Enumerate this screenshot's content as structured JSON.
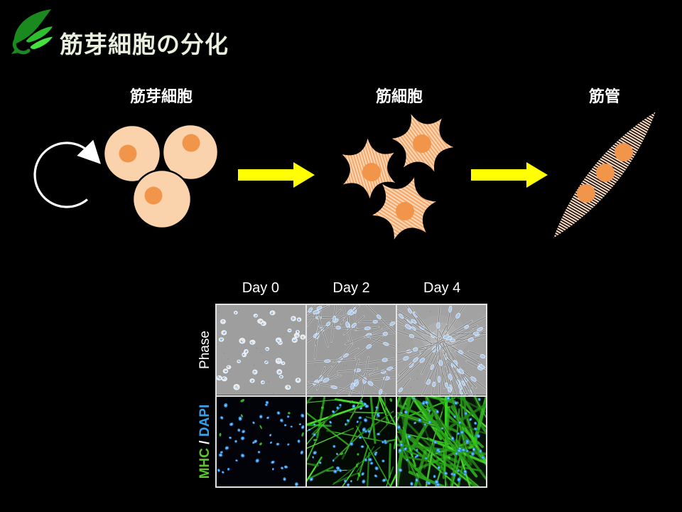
{
  "slide": {
    "title": "筋芽細胞の分化",
    "background": "#000000",
    "title_color": "#E9F0DE",
    "logo": "green-wing-leaf"
  },
  "diagram": {
    "stages": [
      {
        "label": "筋芽細胞"
      },
      {
        "label": "筋細胞"
      },
      {
        "label": "筋管"
      }
    ],
    "self_renewal_arrow": "circular-white-arrow",
    "colors": {
      "cell_body": "#FAD3AD",
      "nucleus": "#F0954A",
      "stripe_light": "#FCD7B5",
      "stripe_dark": "#F2A466",
      "arrow": "#FFFF00",
      "label": "#FFFFFF"
    }
  },
  "micrographs": {
    "column_headers": [
      "Day 0",
      "Day 2",
      "Day 4"
    ],
    "row_labels": [
      {
        "text": "Phase",
        "color": "#FFFFFF"
      },
      {
        "parts": [
          {
            "text": "MHC",
            "color": "#5CC62C"
          },
          {
            "text": " / ",
            "color": "#FFFFFF"
          },
          {
            "text": "DAPI",
            "color": "#33A1EB"
          }
        ]
      }
    ],
    "panels": [
      {
        "name": "day0-phase",
        "kind": "phase",
        "style": "round",
        "seed": 11,
        "count": 38,
        "bg": "#9e9e9e"
      },
      {
        "name": "day2-phase",
        "kind": "phase",
        "style": "spindle",
        "seed": 22,
        "count": 46,
        "len": [
          26,
          80
        ],
        "angle": -35,
        "spread": 55,
        "bg": "#9c9c9c"
      },
      {
        "name": "day4-phase",
        "kind": "phase",
        "style": "spindle",
        "seed": 33,
        "count": 58,
        "len": [
          40,
          105
        ],
        "focal": [
          62,
          52
        ],
        "bright": true,
        "bg": "#a2a2a2"
      },
      {
        "name": "day0-fluor",
        "kind": "fluor",
        "seed": 44,
        "fibers": 0,
        "nuclei": 46,
        "greens": 7,
        "bg": "#010308"
      },
      {
        "name": "day2-fluor",
        "kind": "fluor",
        "seed": 55,
        "fibers": 42,
        "len": [
          34,
          100
        ],
        "fw": [
          1.2,
          3.2
        ],
        "angle": -50,
        "spread": 65,
        "nuclei": 55,
        "greens": 8,
        "bg": "#020a03"
      },
      {
        "name": "day4-fluor",
        "kind": "fluor",
        "seed": 66,
        "fibers": 72,
        "len": [
          55,
          135
        ],
        "fw": [
          2,
          5.5
        ],
        "angle": 62,
        "spread": 50,
        "nuclei": 68,
        "greens": 10,
        "bg": "#071308"
      }
    ]
  }
}
